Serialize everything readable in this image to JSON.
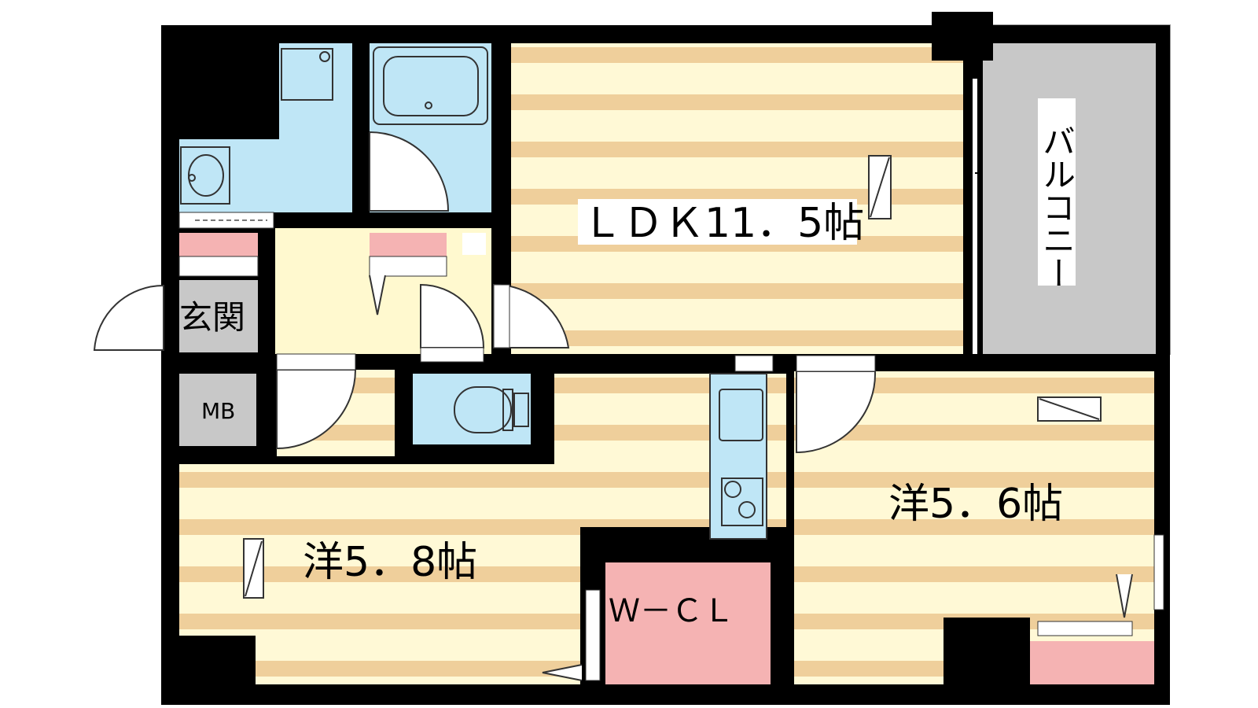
{
  "rooms": {
    "ldk": "ＬＤＫ11．5帖",
    "western_left": "洋5．8帖",
    "western_right": "洋5．6帖",
    "entrance": "玄関",
    "mb": "MB",
    "wcl": "Ｗ－ＣＬ",
    "balcony": "バルコニー"
  },
  "colors": {
    "wall": "#000000",
    "stripe_dark": "#efcf9b",
    "stripe_light": "#fff9d6",
    "wet_area": "#bfe6f6",
    "storage": "#f5b3b3",
    "balcony": "#c8c8c8",
    "hall": "#fff9cf"
  }
}
